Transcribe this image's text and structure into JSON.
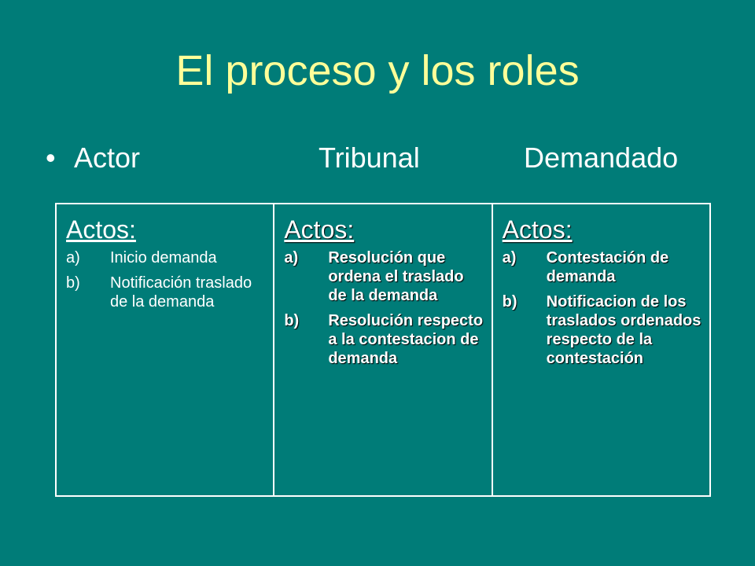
{
  "slide": {
    "title": "El proceso y los roles",
    "bullet": "•",
    "roles": [
      "Actor",
      "Tribunal",
      "Demandado"
    ]
  },
  "table": {
    "columns": [
      {
        "heading": "Actos:",
        "items": [
          {
            "letter": "a)",
            "text": "Inicio demanda"
          },
          {
            "letter": "b)",
            "text": "Notificación traslado de la demanda"
          }
        ]
      },
      {
        "heading": "Actos:",
        "items": [
          {
            "letter": "a)",
            "text": "Resolución que ordena el traslado de la demanda"
          },
          {
            "letter": "b)",
            "text": "Resolución respecto a la contestacion de demanda"
          }
        ]
      },
      {
        "heading": "Actos:",
        "items": [
          {
            "letter": "a)",
            "text": "Contestación de demanda"
          },
          {
            "letter": "b)",
            "text": "Notificacion de los traslados ordenados respecto de la contestación"
          }
        ]
      }
    ]
  },
  "colors": {
    "background": "#007c78",
    "title": "#ffff99",
    "text": "#ffffff"
  }
}
